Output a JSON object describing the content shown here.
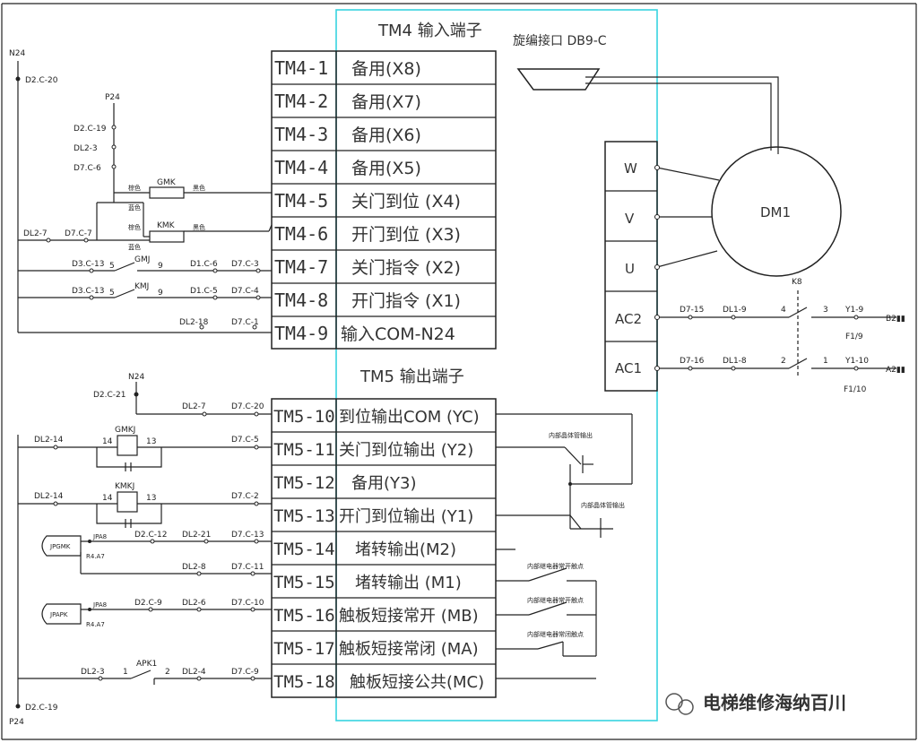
{
  "headers": {
    "tm4": "TM4 输入端子",
    "tm5": "TM5 输出端子",
    "encoder": "旋编接口 DB9-C",
    "motor": "DM1"
  },
  "tm4_rows": [
    {
      "term": "TM4-1",
      "desc": "备用(X8)"
    },
    {
      "term": "TM4-2",
      "desc": "备用(X7)"
    },
    {
      "term": "TM4-3",
      "desc": "备用(X6)"
    },
    {
      "term": "TM4-4",
      "desc": "备用(X5)"
    },
    {
      "term": "TM4-5",
      "desc": "关门到位 (X4)"
    },
    {
      "term": "TM4-6",
      "desc": "开门到位 (X3)"
    },
    {
      "term": "TM4-7",
      "desc": "关门指令 (X2)"
    },
    {
      "term": "TM4-8",
      "desc": "开门指令 (X1)"
    },
    {
      "term": "TM4-9",
      "desc": "输入COM-N24"
    }
  ],
  "tm5_rows": [
    {
      "term": "TM5-10",
      "desc": "到位输出COM (YC)"
    },
    {
      "term": "TM5-11",
      "desc": "关门到位输出 (Y2)"
    },
    {
      "term": "TM5-12",
      "desc": "备用(Y3)"
    },
    {
      "term": "TM5-13",
      "desc": "开门到位输出 (Y1)"
    },
    {
      "term": "TM5-14",
      "desc": "堵转输出(M2)"
    },
    {
      "term": "TM5-15",
      "desc": "堵转输出 (M1)"
    },
    {
      "term": "TM5-16",
      "desc": "触板短接常开 (MB)"
    },
    {
      "term": "TM5-17",
      "desc": "触板短接常闭 (MA)"
    },
    {
      "term": "TM5-18",
      "desc": "触板短接公共(MC)"
    }
  ],
  "motor_terminals": [
    "W",
    "V",
    "U",
    "AC2",
    "AC1"
  ],
  "power": {
    "k8": "K8",
    "line1": {
      "d": "D7-15",
      "dl": "DL1-9",
      "n_left": "4",
      "n_right": "3",
      "y": "Y1-9",
      "f": "F1/9",
      "end": "B2▮▮"
    },
    "line2": {
      "d": "D7-16",
      "dl": "DL1-8",
      "n_left": "2",
      "n_right": "1",
      "y": "Y1-10",
      "f": "F1/10",
      "end": "A2▮▮"
    }
  },
  "left": {
    "n24_top": "N24",
    "d2c20": "D2.C-20",
    "p24": "P24",
    "d2c19": "D2.C-19",
    "dl23": "DL2-3",
    "d7c6": "D7.C-6",
    "gmk": "GMK",
    "kmk": "KMK",
    "zhijing": "棕色",
    "lanse": "蓝色",
    "heise": "黑色",
    "dl27": "DL2-7",
    "d7c7": "D7.C-7",
    "r7": {
      "a": "D3.C-13",
      "n5": "5",
      "relay": "GMJ",
      "n9": "9",
      "b": "D1.C-6",
      "c": "D7.C-3"
    },
    "r8": {
      "a": "D3.C-13",
      "n5": "5",
      "relay": "KMJ",
      "n9": "9",
      "b": "D1.C-5",
      "c": "D7.C-4"
    },
    "r9": {
      "a": "DL2-18",
      "b": "D7.C-1"
    },
    "n24_mid": "N24",
    "d2c21": "D2.C-21",
    "r10": {
      "a": "DL2-7",
      "b": "D7.C-20"
    },
    "r11": {
      "a": "DL2-14",
      "relay": "GMKJ",
      "n14": "14",
      "n13": "13",
      "b": "D7.C-5"
    },
    "r13": {
      "a": "DL2-14",
      "relay": "KMKJ",
      "n14": "14",
      "n13": "13",
      "b": "D7.C-2"
    },
    "r14": {
      "dev": "JPGMK",
      "j": "JPA8",
      "k": "R4.A7",
      "a": "D2.C-12",
      "b": "DL2-21",
      "c": "D7.C-13"
    },
    "r15": {
      "a": "DL2-8",
      "b": "D7.C-11"
    },
    "r16": {
      "dev": "JPAPK",
      "j": "JPA8",
      "k": "R4.A7",
      "a": "D2.C-9",
      "b": "DL2-6",
      "c": "D7.C-10"
    },
    "r18": {
      "a": "DL2-3",
      "n1": "1",
      "relay": "APK1",
      "n2": "2",
      "b": "DL2-4",
      "c": "D7.C-9"
    },
    "d2c19b": "D2.C-19",
    "p24b": "P24"
  },
  "right_notes": {
    "transistor1": "内部晶体管输出",
    "transistor2": "内部晶体管输出",
    "relay_no1": "内部继电器常开触点",
    "relay_no2": "内部继电器常开触点",
    "relay_nc": "内部继电器常闭触点"
  },
  "watermark": "电梯维修海纳百川"
}
